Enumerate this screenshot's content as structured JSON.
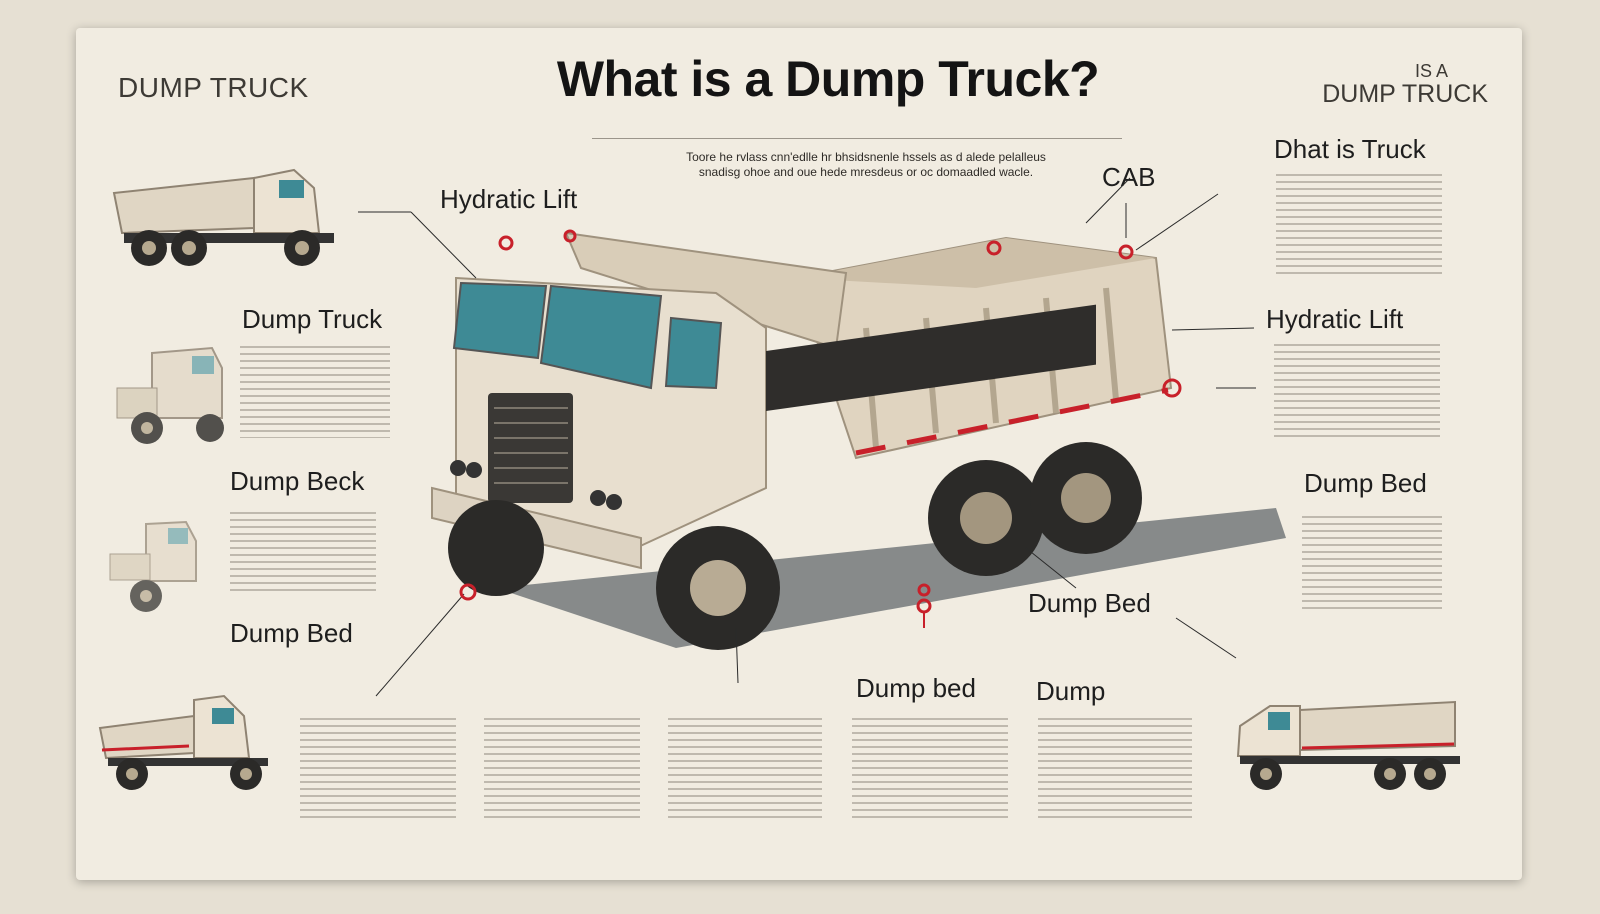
{
  "poster": {
    "corner_top_left": "DUMP TRUCK",
    "corner_top_right_line1": "IS A",
    "corner_top_right_line2": "DUMP TRUCK",
    "title": "What is a Dump Truck?",
    "subtitle_line1": "Toore he rvlass cnn'edlle hr bhsidsnenle hssels as d alede pelalleus",
    "subtitle_line2": "snadisg ohoe and oue hede mresdeus or oc domaadled wacle."
  },
  "labels": {
    "hydratic_lift_top": "Hydratic Lift",
    "cab": "CAB",
    "dhat_is_truck": "Dhat is Truck",
    "dump_truck_left": "Dump Truck",
    "hydratic_lift_right": "Hydratic Lift",
    "dump_beck": "Dump Beck",
    "dump_bed_right": "Dump Bed",
    "dump_bed_center": "Dump Bed",
    "dump_bed_left": "Dump Bed",
    "dump_bed_bottom": "Dump bed",
    "dump_bottom": "Dump"
  },
  "colors": {
    "truck_body": "#e6dccb",
    "truck_shadow": "#b9ac97",
    "tire": "#2b2a28",
    "glass": "#3e8a95",
    "accent_red": "#c8202a",
    "ink": "#1e1e1e"
  }
}
